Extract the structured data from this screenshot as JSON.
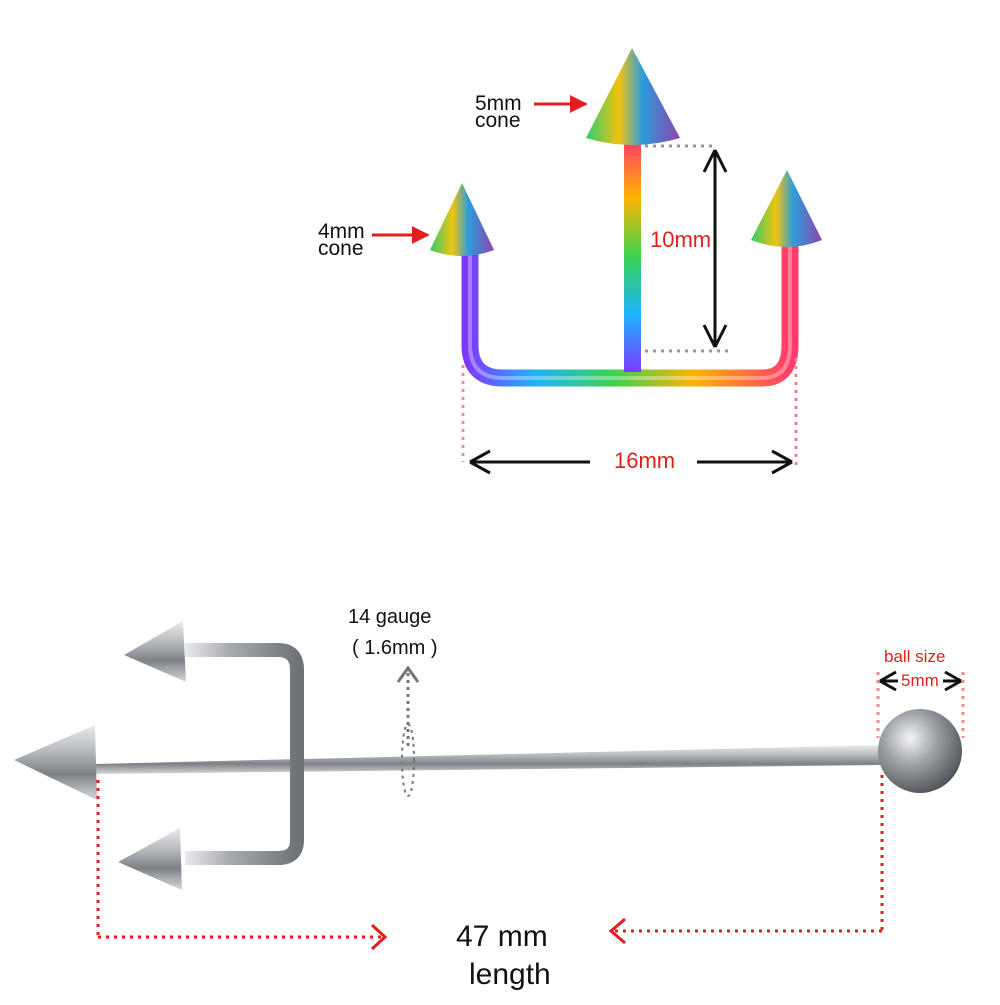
{
  "colors": {
    "accent_red": "#e21d1d",
    "dim_red_light": "#f08a8a",
    "arrow_black": "#111111",
    "dotted_gray": "#9a9a9a",
    "steel": "#a9acb0",
    "steel_dark": "#5f6368",
    "anodized": [
      "#ff3b6b",
      "#ffb400",
      "#3bd34f",
      "#1fb3ff",
      "#7b3bff"
    ]
  },
  "top_piece": {
    "cone_large_label": "5mm\ncone",
    "cone_small_label": "4mm\ncone",
    "height_label": "10mm",
    "width_label": "16mm"
  },
  "bottom_piece": {
    "gauge_label": "14 gauge",
    "gauge_mm_label": "( 1.6mm )",
    "ball_size_label": "ball size",
    "ball_mm_label": "5mm",
    "length_label": "47 mm",
    "length_unit_label": "length"
  }
}
